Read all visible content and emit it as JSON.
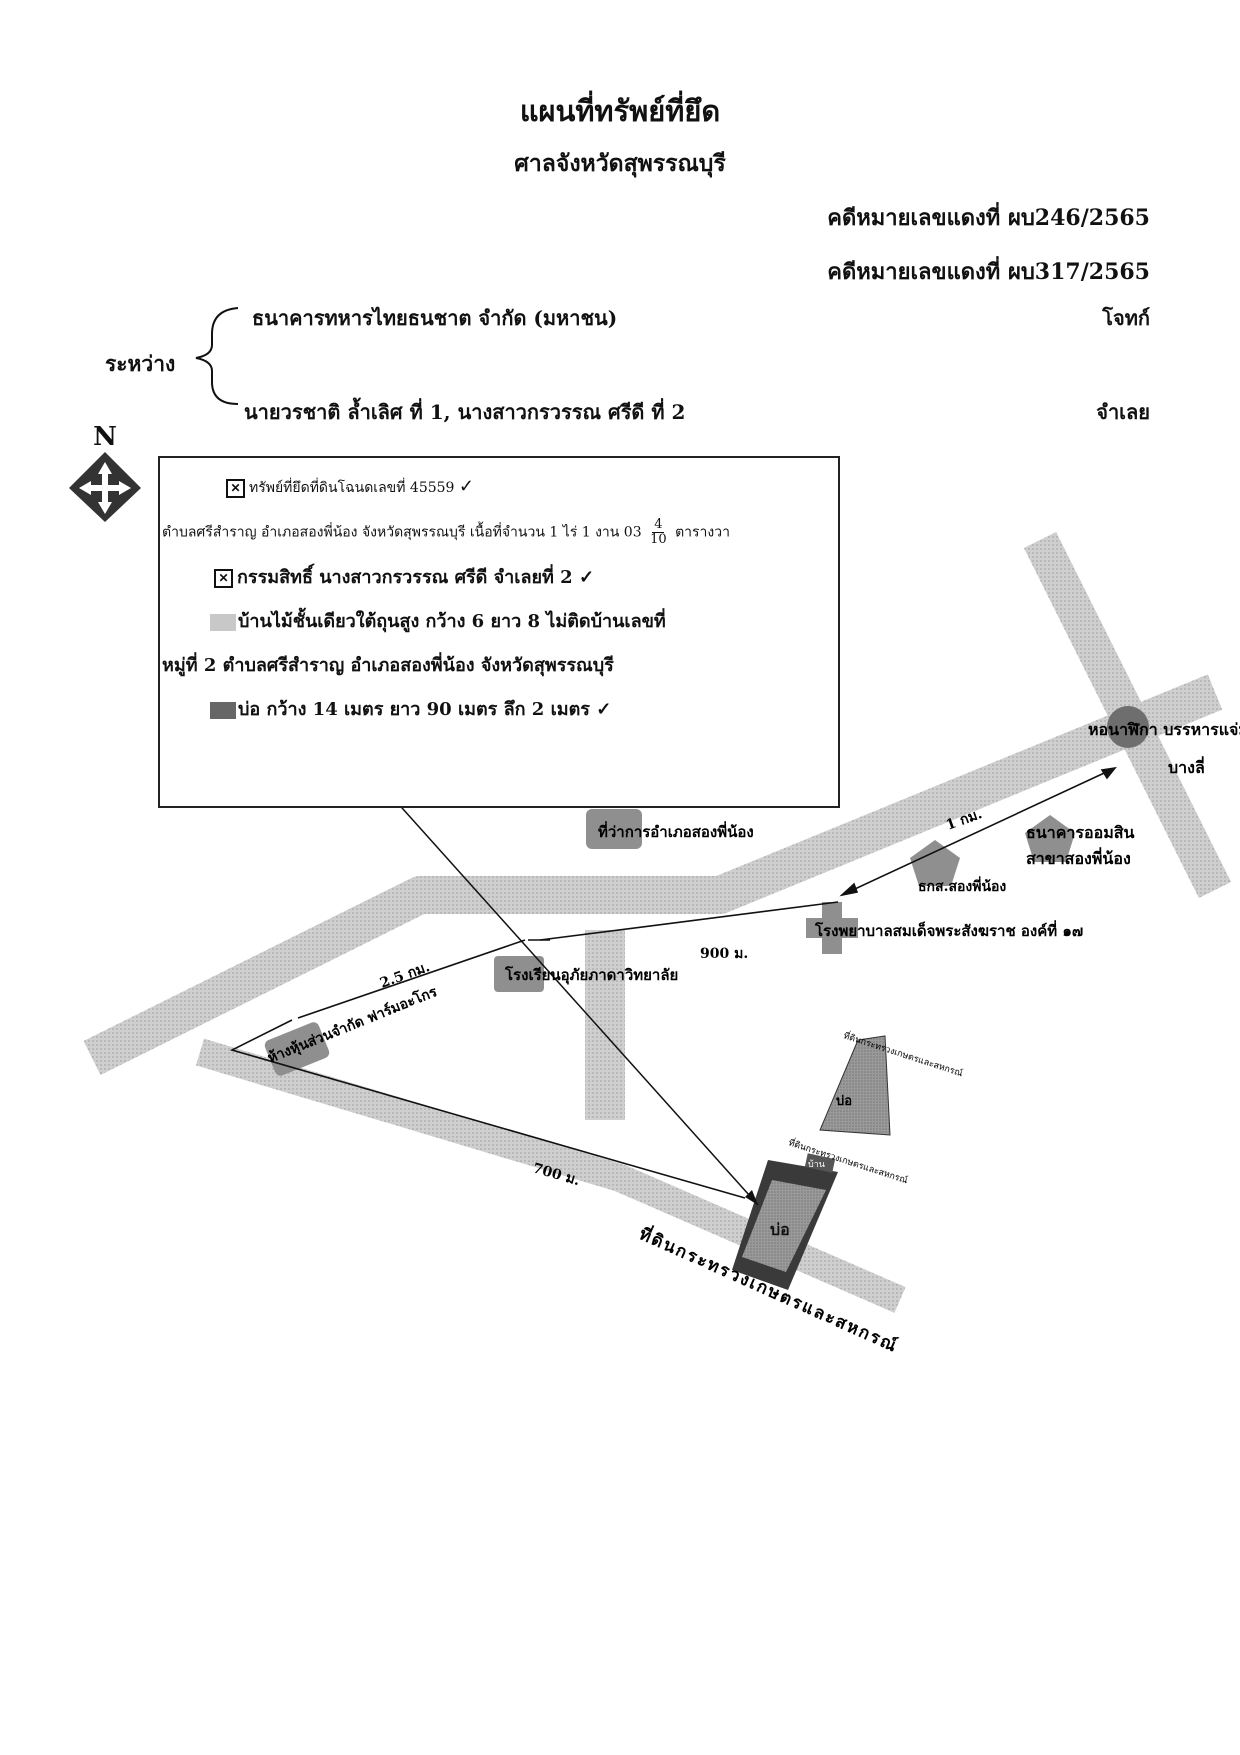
{
  "header": {
    "title": "แผนที่ทรัพย์ที่ยึด",
    "court": "ศาลจังหวัดสุพรรณบุรี",
    "case_numbers": [
      "คดีหมายเลขแดงที่  ผบ246/2565",
      "คดีหมายเลขแดงที่  ผบ317/2565"
    ]
  },
  "parties": {
    "between_label": "ระหว่าง",
    "plaintiff": "ธนาคารทหารไทยธนชาต จำกัด (มหาชน)",
    "plaintiff_role": "โจทก์",
    "defendant": "นายวรชาติ ล้ำเลิศ ที่ 1, นางสาวกรวรรณ ศรีดี ที่ 2",
    "defendant_role": "จำเลย"
  },
  "compass": {
    "label": "N"
  },
  "legend": {
    "item1_mark": "✕",
    "item1": "ทรัพย์ที่ยึดที่ดินโฉนดเลขที่ 45559",
    "item1_check": "✓",
    "item1_detail_pre": "ตำบลศรีสำราญ อำเภอสองพี่น้อง จังหวัดสุพรรณบุรี เนื้อที่จำนวน 1 ไร่ 1 งาน 03",
    "frac_num": "4",
    "frac_den": "10",
    "item1_detail_post": "ตารางวา",
    "item2_mark": "✕",
    "item2": "กรรมสิทธิ์ นางสาวกรวรรณ ศรีดี  จำเลยที่ 2",
    "item2_check": "✓",
    "item3": "บ้านไม้ชั้นเดียวใต้ถุนสูง กว้าง 6 ยาว 8 ไม่ติดบ้านเลขที่",
    "item3_cont": "หมู่ที่ 2 ตำบลศรีสำราญ อำเภอสองพี่น้อง จังหวัดสุพรรณบุรี",
    "item4": "บ่อ กว้าง 14 เมตร ยาว 90 เมตร ลึก 2 เมตร",
    "item4_check": "✓"
  },
  "map": {
    "landmarks": {
      "tower": "หอนาฬิกา บรรหารแจ่ม",
      "tower_sub": "บางลี่",
      "district_office": "ที่ว่าการอำเภอสองพี่น้อง",
      "gsb": "ธนาคารออมสิน",
      "gsb_sub": "สาขาสองพี่น้อง",
      "baac": "ธกส.สองพี่น้อง",
      "hospital": "โรงพยาบาลสมเด็จพระสังฆราช องค์ที่ ๑๗",
      "school": "โรงเรียนอุภัยภาดาวิทยาลัย",
      "farm": "ห้างหุ้นส่วนจำกัด ฟาร์มอะโกร",
      "moac_land": "ที่ดินกระทรวงเกษตรและสหกรณ์",
      "moac_land_top": "ที่ดินกระทรวงเกษตรและสหกรณ์",
      "moac_land_mid": "ที่ดินกระทรวงเกษตรและสหกรณ์",
      "pond_label": "บ่อ",
      "house_label": "บ้าน"
    },
    "distances": {
      "d1": "1 กม.",
      "d2": "900 ม.",
      "d3": "2.5 กม.",
      "d4": "700 ม."
    }
  },
  "colors": {
    "road": "#c8c8c8",
    "landmark": "#8f8f8f",
    "pond": "#555555",
    "tower": "#6e6e6e"
  }
}
